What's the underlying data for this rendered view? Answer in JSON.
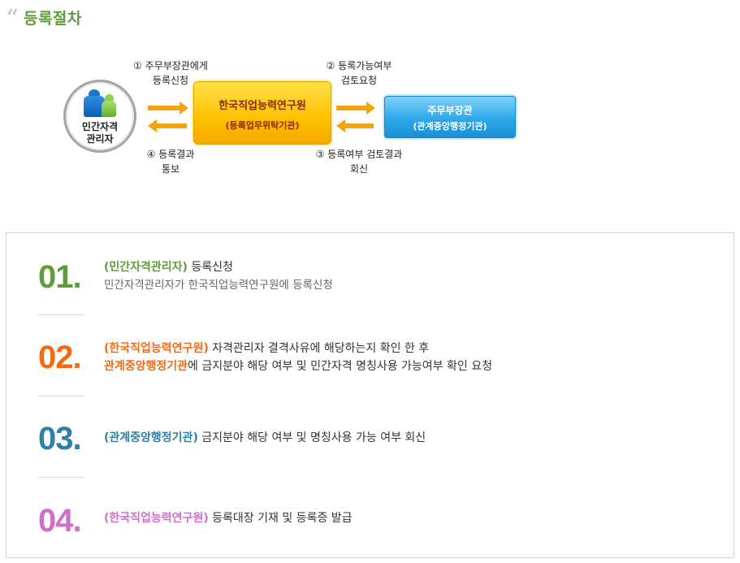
{
  "header": {
    "quote_mark": "“",
    "title": "등록절차"
  },
  "diagram": {
    "circle_label_1": "민간자격",
    "circle_label_2": "관리자",
    "center_line1": "한국직업능력연구원",
    "center_line2": "(등록업무위탁기관)",
    "right_line1": "주무부장관",
    "right_line2": "(관계중앙행정기관)",
    "note1_l1": "① 주무부장관에게",
    "note1_l2": "등록신청",
    "note2_l1": "② 등록가능여부",
    "note2_l2": "검토요청",
    "note3_l1": "③ 등록여부 검토결과",
    "note3_l2": "회신",
    "note4_l1": "④ 등록결과",
    "note4_l2": "통보"
  },
  "steps": [
    {
      "num": "01.",
      "color": "#5e9d39",
      "org": "(민간자격관리자)",
      "text": " 등록신청",
      "sub": "민간자격관리자가 한국직업능력연구원에 등록신청"
    },
    {
      "num": "02.",
      "color": "#f26a11",
      "org": "(한국직업능력연구원)",
      "text": " 자격관리자 결격사유에 해당하는지 확인 한 후",
      "org2": "관계중앙행정기관",
      "text2": "에 금지분야 해당 여부 및 민간자격 명칭사용 가능여부 확인 요청"
    },
    {
      "num": "03.",
      "color": "#2f7fa6",
      "org": "(관계중앙행정기관)",
      "text": " 금지분야 해당 여부 및 명칭사용 가능 여부 회신"
    },
    {
      "num": "04.",
      "color": "#d06ec9",
      "org": "(한국직업능력연구원)",
      "text": " 등록대장 기재 및 등록증 발급"
    }
  ]
}
